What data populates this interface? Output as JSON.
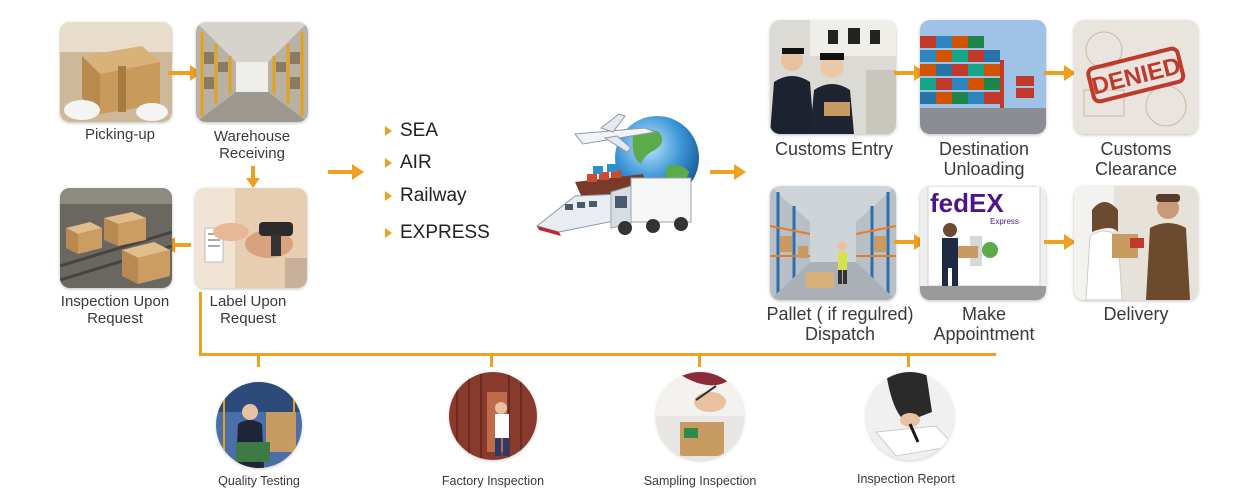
{
  "colors": {
    "arrow": "#f0a020",
    "text": "#3a3a3a"
  },
  "left_steps": {
    "picking_up": "Picking-up",
    "warehouse_line1": "Warehouse",
    "warehouse_line2": "Receiving",
    "label_line1": "Label Upon",
    "label_line2": "Request",
    "inspection_line1": "Inspection Upon",
    "inspection_line2": "Request"
  },
  "transport_modes": [
    "SEA",
    "AIR",
    "Railway",
    "EXPRESS"
  ],
  "right_steps": {
    "customs_entry": "Customs Entry",
    "dest_line1": "Destination",
    "dest_line2": "Unloading",
    "clear_line1": "Customs",
    "clear_line2": "Clearance",
    "pallet_line1": "Pallet ( if regulred)",
    "pallet_line2": "Dispatch",
    "appt_line1": "Make",
    "appt_line2": "Appointment",
    "delivery": "Delivery"
  },
  "truck_logo": "fedEX",
  "truck_logo_sub": "Express",
  "stamp_text": "DENIED",
  "inspections": [
    "Quality Testing",
    "Factory Inspection",
    "Sampling Inspection",
    "Inspection Report"
  ]
}
